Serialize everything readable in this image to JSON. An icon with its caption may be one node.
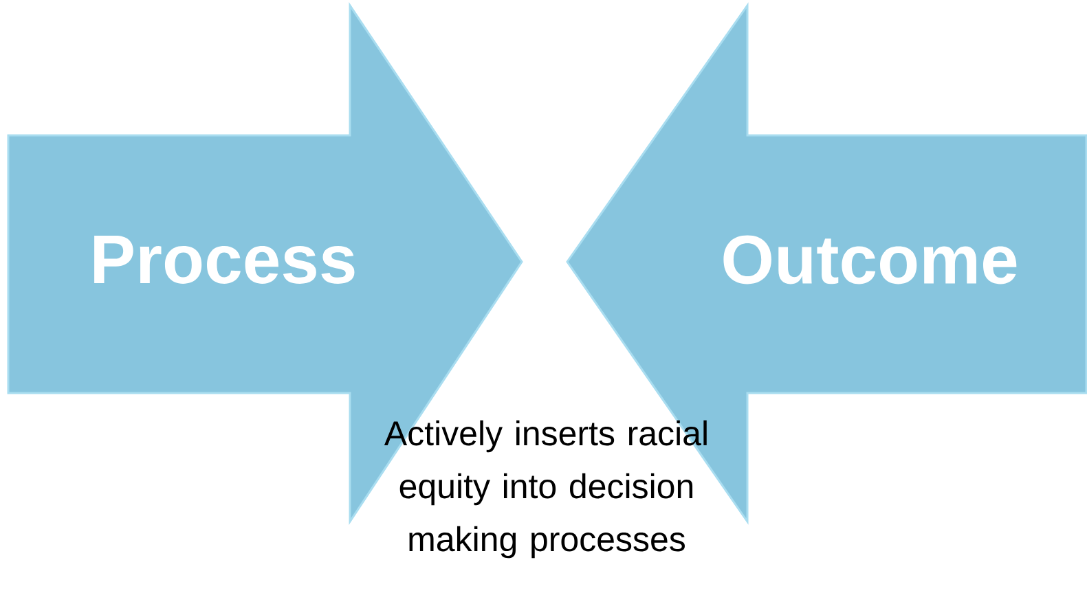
{
  "diagram": {
    "nodes": [
      {
        "text": [
          "Process"
        ]
      },
      {
        "text": [
          "Outcome"
        ]
      }
    ],
    "labels": [
      "Actively inserts racial equity into decision making processes"
    ]
  }
}
